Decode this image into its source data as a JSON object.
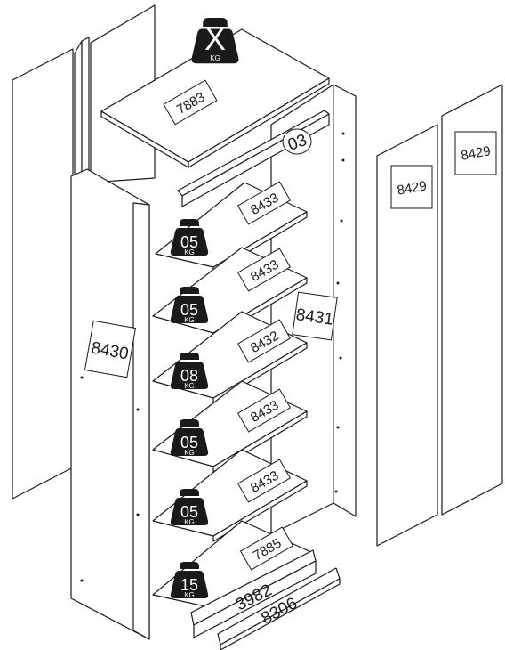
{
  "parts": {
    "left_side": "8430",
    "right_side": "8431",
    "top_panel": "7883",
    "shelf_1": "8433",
    "shelf_2": "8433",
    "shelf_3": "8432",
    "shelf_4": "8433",
    "shelf_5": "8433",
    "bottom_panel": "7885",
    "plinth_front": "3982",
    "plinth_rail": "8306",
    "door_1": "8429",
    "door_2": "8429",
    "top_rail_marker": "03"
  },
  "weights": {
    "top": {
      "value": "X",
      "unit": "KG"
    },
    "shelf_1": {
      "value": "05",
      "unit": "KG"
    },
    "shelf_2": {
      "value": "05",
      "unit": "KG"
    },
    "shelf_3": {
      "value": "08",
      "unit": "KG"
    },
    "shelf_4": {
      "value": "05",
      "unit": "KG"
    },
    "shelf_5": {
      "value": "05",
      "unit": "KG"
    },
    "bottom": {
      "value": "15",
      "unit": "KG"
    }
  },
  "colors": {
    "line": "#1a1a1a",
    "weight_icon": "#1a1a1a",
    "panel": "#ffffff"
  },
  "icons": {
    "weight": "weight-icon"
  }
}
